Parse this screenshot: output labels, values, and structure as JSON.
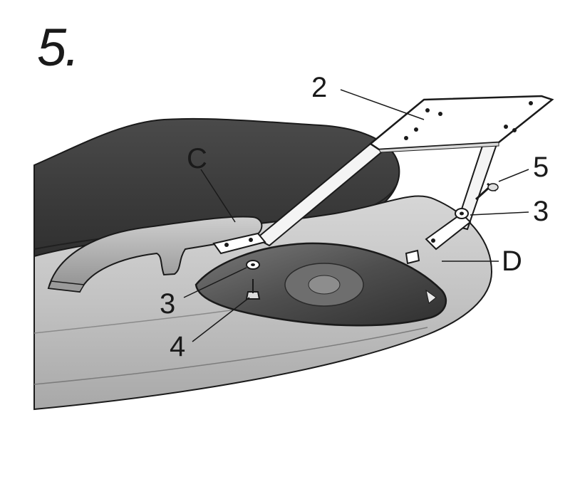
{
  "step": {
    "number": "5."
  },
  "callouts": {
    "rack": "2",
    "grab_handle": "C",
    "screw_right": "5",
    "washer_right": "3",
    "tail_cover": "D",
    "washer_left": "3",
    "bolt_left": "4"
  },
  "colors": {
    "ink": "#1a1a1a",
    "seat": "#3c3c3c",
    "body": "#c9c9c9",
    "handle": "#a9a9a9",
    "lamp": "#5a5a5a",
    "plate": "#ffffff"
  }
}
